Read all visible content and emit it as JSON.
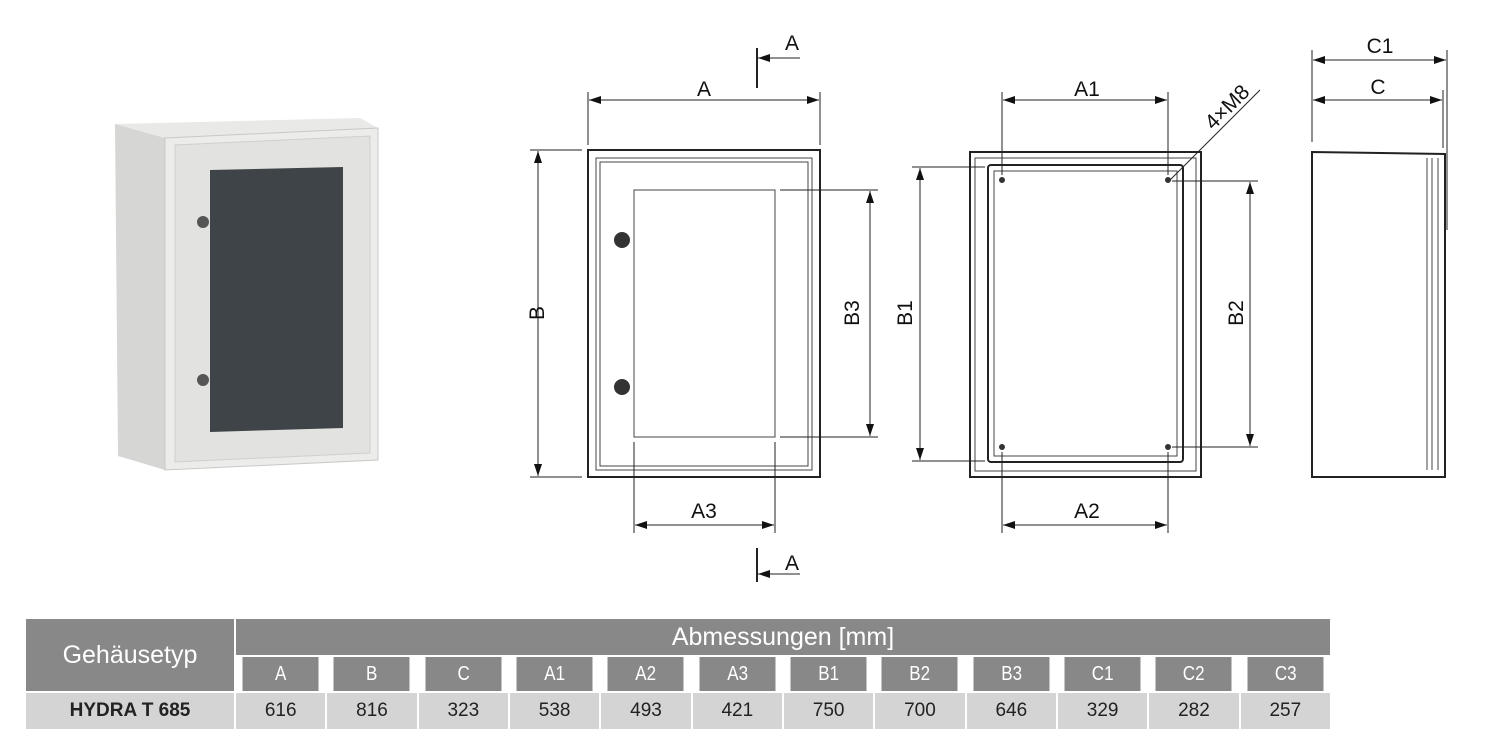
{
  "drawing": {
    "labels": {
      "A": "A",
      "B": "B",
      "A3": "A3",
      "B3": "B3",
      "section": "A",
      "A1": "A1",
      "A2": "A2",
      "B1": "B1",
      "B2": "B2",
      "bolts": "4×M8",
      "C": "C",
      "C1": "C1"
    }
  },
  "table": {
    "type_header": "Gehäusetyp",
    "group_header": "Abmessungen [mm]",
    "columns": [
      "A",
      "B",
      "C",
      "A1",
      "A2",
      "A3",
      "B1",
      "B2",
      "B3",
      "C1",
      "C2",
      "C3"
    ],
    "rows": [
      {
        "name": "HYDRA T 685",
        "values": [
          "616",
          "816",
          "323",
          "538",
          "493",
          "421",
          "750",
          "700",
          "646",
          "329",
          "282",
          "257"
        ]
      }
    ]
  }
}
